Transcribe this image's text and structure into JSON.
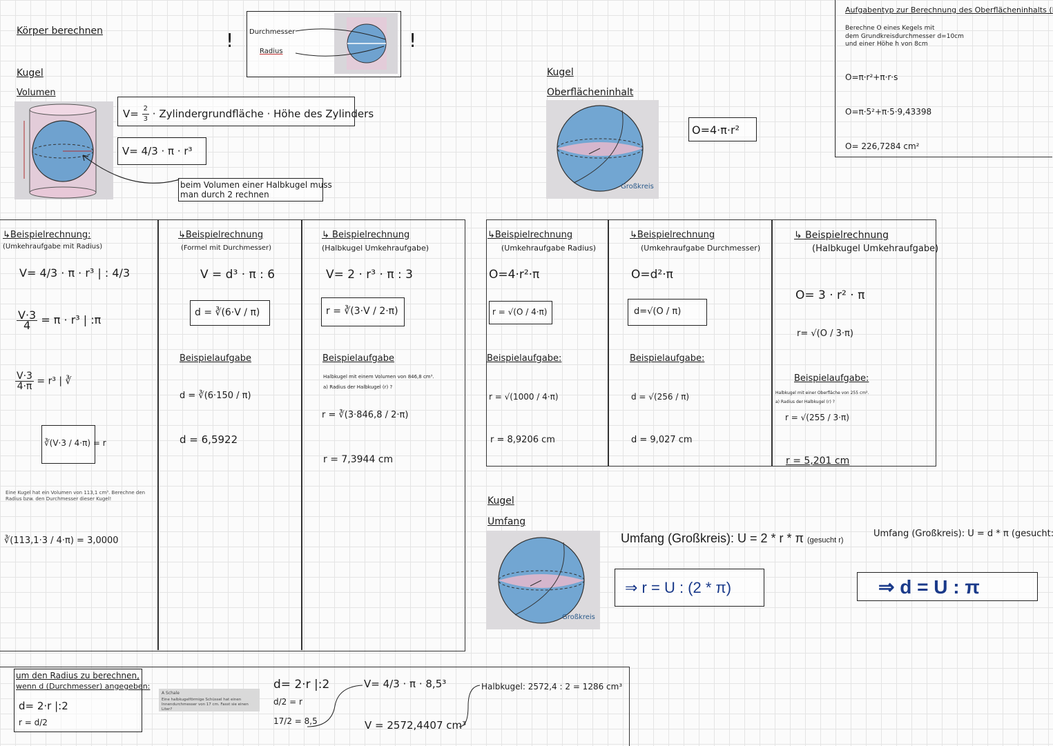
{
  "top_left": {
    "title": "Körper berechnen",
    "kugel": "Kugel",
    "volumen": "Volumen",
    "v_formula_1_lhs": "V=",
    "v_formula_1_frac_top": "2",
    "v_formula_1_frac_bot": "3",
    "v_formula_1_rest": "· Zylindergrundfläche · Höhe des Zylinders",
    "v_formula_2": "V= 4/3 · π · r³",
    "halbkugel_note_1": "beim Volumen einer Halbkugel muss",
    "halbkugel_note_2": "man durch 2 rechnen"
  },
  "top_mid": {
    "warning_1": "!",
    "durchmesser": "Durchmesser",
    "radius": "Radius",
    "warning_2": "!"
  },
  "oberflaeche": {
    "kugel": "Kugel",
    "title": "Oberflächeninhalt",
    "grosskreis": "Großkreis",
    "formula": "O=4·π·r²"
  },
  "kegel": {
    "title": "Aufgabentyp zur Berechnung des Oberflächeninhalts (Kegel)",
    "task_1": "Berechne O        eines Kegels mit",
    "task_2": "dem Grundkreisdurchmesser d=10cm",
    "task_3": "und einer Höhe h von 8cm",
    "step_1": "O=π·r²+π·r·s",
    "step_2": "O=π·5²+π·5·9,43398",
    "step_3": "O= 226,7284 cm²"
  },
  "col1": {
    "heading": "↳Beispielrechnung:",
    "sub": "(Umkehraufgabe mit Radius)",
    "line1": "V= 4/3 · π · r³ | : 4/3",
    "line2_top": "V·3",
    "line2_bot": "4",
    "line2_rest": "= π · r³   | :π",
    "line3_top": "V·3",
    "line3_bot": "4·π",
    "line3_rest": "= r³   | ∛",
    "line4": "∛(V·3 / 4·π) = r",
    "task": "Eine Kugel hat ein Volumen von 113,1 cm³. Berechne den Radius bzw. den Durchmesser dieser Kugel!",
    "result": "∛(113,1·3 / 4·π) = 3,0000"
  },
  "col2": {
    "heading": "↳Beispielrechnung",
    "sub": "(Formel mit Durchmesser)",
    "line1": "V = d³ · π : 6",
    "line2": "d = ∛(6·V / π)",
    "beispiel": "Beispielaufgabe",
    "line3": "d = ∛(6·150 / π)",
    "result": "d = 6,5922"
  },
  "col3": {
    "heading": "↳ Beispielrechnung",
    "sub": "(Halbkugel Umkehraufgabe)",
    "line1": "V= 2 · r³ · π : 3",
    "line2": "r = ∛(3·V / 2·π)",
    "beispiel": "Beispielaufgabe",
    "task_1": "Halbkugel mit einem Volumen von 846,8 cm³.",
    "task_2": "a) Radius der Halbkugel (r) ?",
    "line3": "r = ∛(3·846,8 / 2·π)",
    "result": "r = 7,3944 cm"
  },
  "col4": {
    "heading": "↳Beispielrechnung",
    "sub": "(Umkehraufgabe Radius)",
    "line1": "O=4·r²·π",
    "line2": "r = √(O / 4·π)",
    "beispiel": "Beispielaufgabe:",
    "line3": "r = √(1000 / 4·π)",
    "result": "r = 8,9206 cm"
  },
  "col5": {
    "heading": "↳Beispielrechnung",
    "sub": "(Umkehraufgabe Durchmesser)",
    "line1": "O=d²·π",
    "line2": "d=√(O / π)",
    "beispiel": "Beispielaufgabe:",
    "line3": "d = √(256 / π)",
    "result": "d = 9,027 cm"
  },
  "col6": {
    "heading": "↳ Beispielrechnung",
    "sub": "(Halbkugel Umkehraufgabe)",
    "line1": "O= 3 · r² · π",
    "line2": "r= √(O / 3·π)",
    "beispiel": "Beispielaufgabe:",
    "task_1": "Halbkugel mit einer Oberfläche von 255 cm².",
    "task_2": "a) Radius der Halbkugel (r) ?",
    "line3": "r = √(255 / 3·π)",
    "result": "r = 5,201 cm"
  },
  "umfang": {
    "kugel": "Kugel",
    "title": "Umfang",
    "grosskreis": "Großkreis",
    "formula_r": "Umfang (Großkreis): U = 2 * r * π",
    "formula_r_note": "(gesucht r)",
    "result_r": "⇒ r = U : (2 * π)",
    "formula_d": "Umfang (Großkreis): U = d * π (gesucht: d)",
    "result_d": "⇒ d = U : π"
  },
  "bottom": {
    "radius_note_1": "um den Radius zu berechnen,",
    "radius_note_2": "wenn d (Durchmesser) angegeben:",
    "radius_step_1": "d= 2·r |:2",
    "radius_step_2": "r = d/2",
    "schale_label": "A Schale",
    "schale_text": "Eine halbkugelförmige Schüssel hat einen Innendurchmesser von 17 cm. Fasst sie einen Liter?",
    "calc_1": "d= 2·r |:2",
    "calc_2": "d/2 = r",
    "calc_3": "17/2 = 8,5",
    "calc_4": "V= 4/3 · π · 8,5³",
    "calc_5": "V = 2572,4407 cm³",
    "calc_6": "Halbkugel: 2572,4 : 2 = 1286 cm³"
  }
}
